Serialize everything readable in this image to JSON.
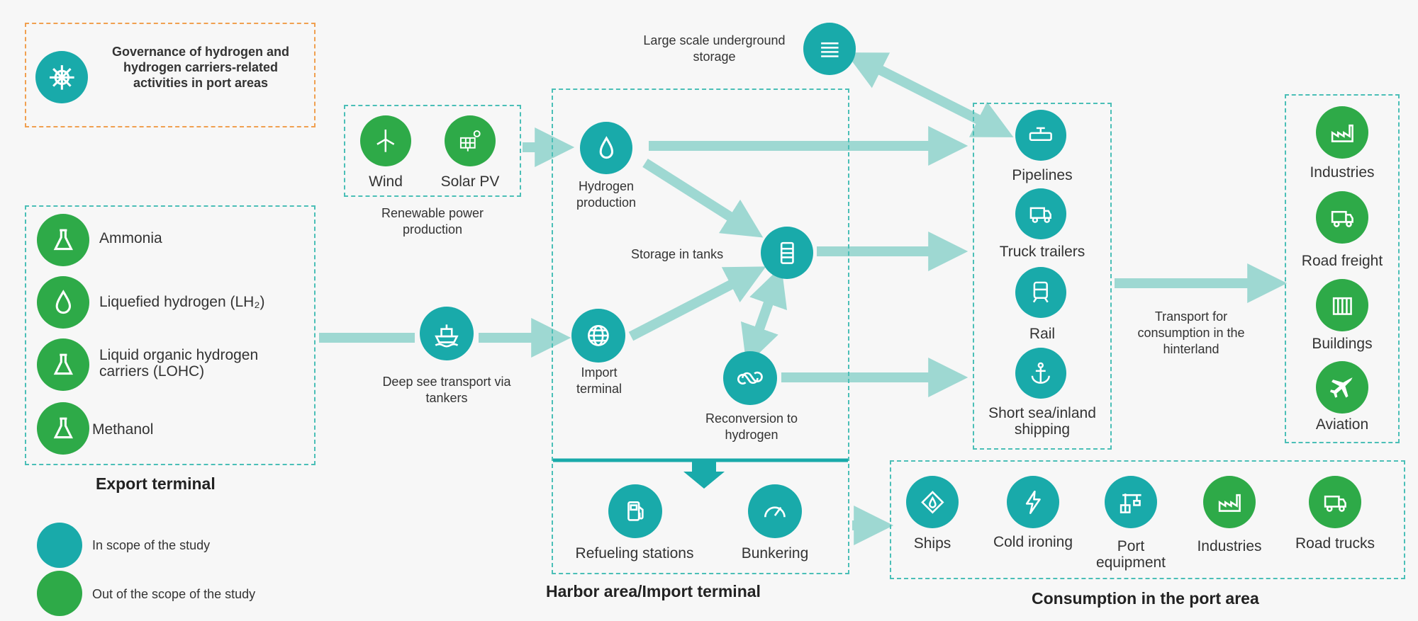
{
  "legend": {
    "governance": "Governance of hydrogen and hydrogen carriers-related activities in port areas",
    "in_scope": "In scope of the study",
    "out_scope": "Out of the scope of the study"
  },
  "export": {
    "title": "Export terminal",
    "items": [
      "Ammonia",
      "Liquefied hydrogen (LH₂)",
      "Liquid organic hydrogen carriers (LOHC)",
      "Methanol"
    ]
  },
  "renewable": {
    "wind": "Wind",
    "solar": "Solar PV",
    "caption": "Renewable power production"
  },
  "deep_sea": "Deep see transport via tankers",
  "underground": "Large scale underground storage",
  "harbor": {
    "title": "Harbor area/Import terminal",
    "hydrogen_production": "Hydrogen production",
    "storage": "Storage in tanks",
    "import_terminal": "Import terminal",
    "reconversion": "Reconversion to hydrogen",
    "refueling": "Refueling stations",
    "bunkering": "Bunkering"
  },
  "transport": {
    "pipelines": "Pipelines",
    "truck_trailers": "Truck trailers",
    "rail": "Rail",
    "shipping": "Short sea/inland shipping",
    "hinterland": "Transport for consumption in the hinterland"
  },
  "hinterland_uses": [
    "Industries",
    "Road freight",
    "Buildings",
    "Aviation"
  ],
  "port": {
    "title": "Consumption in the port area",
    "items": [
      "Ships",
      "Cold ironing",
      "Port equipment",
      "Industries",
      "Road trucks"
    ]
  },
  "colors": {
    "in_scope": "#19aaaa",
    "out_scope": "#2eaa48",
    "arrow": "#9ed8d2",
    "border": "#4bbfb7",
    "governance_border": "#f0a050"
  }
}
